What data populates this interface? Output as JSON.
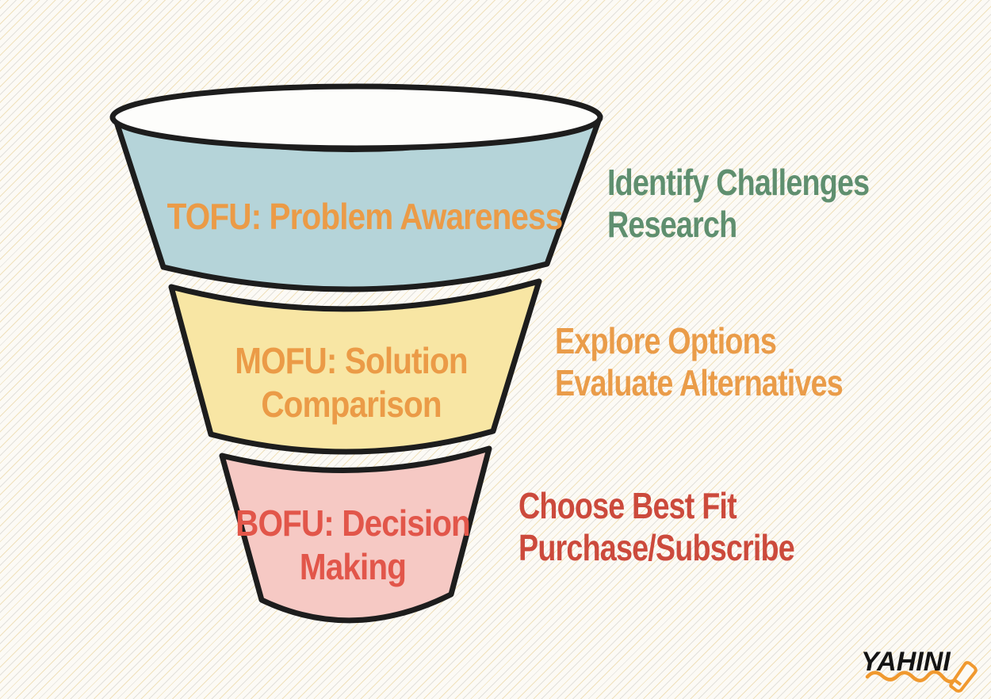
{
  "funnel": {
    "outline_color": "#1d1d1d",
    "mouth_fill": "#fdfdfb",
    "stages": [
      {
        "id": "tofu",
        "fill": "#b5d4d9",
        "label_color": "#eb9b47",
        "label_lines": [
          "TOFU: Problem Awareness"
        ],
        "annotation_color": "#5f8f6f",
        "annotation_lines": [
          "Identify Challenges",
          "Research"
        ]
      },
      {
        "id": "mofu",
        "fill": "#f8e6a4",
        "label_color": "#eb9b47",
        "label_lines": [
          "MOFU: Solution",
          "Comparison"
        ],
        "annotation_color": "#ea9c49",
        "annotation_lines": [
          "Explore Options",
          "Evaluate Alternatives"
        ]
      },
      {
        "id": "bofu",
        "fill": "#f6c9c4",
        "label_color": "#e2564a",
        "label_lines": [
          "BOFU: Decision",
          "Making"
        ],
        "annotation_color": "#cc4a3c",
        "annotation_lines": [
          "Choose Best Fit",
          "Purchase/Subscribe"
        ]
      }
    ]
  },
  "logo": {
    "text": "YAHINI",
    "text_color": "#141414",
    "accent_color": "#f0992f"
  },
  "background": {
    "base": "#fcfaf5",
    "hatch_gray": "#a09e98",
    "hatch_gold": "#d8b250"
  }
}
